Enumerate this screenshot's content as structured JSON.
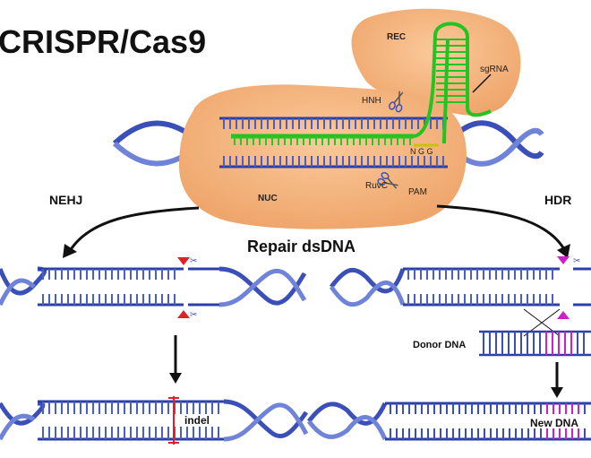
{
  "title": "CRISPR/Cas9",
  "labels": {
    "rec": "REC",
    "nuc": "NUC",
    "hnh": "HNH",
    "sgrna": "sgRNA",
    "ngg": "N G G",
    "ruvc": "RuvC",
    "pam": "PAM",
    "nehj": "NEHJ",
    "hdr": "HDR",
    "repair": "Repair dsDNA",
    "donor": "Donor DNA",
    "indel": "indel",
    "new_dna": "New DNA"
  },
  "colors": {
    "dna_blue": "#3a4fb8",
    "dna_light": "#8fa3e6",
    "cas9_orange": "#f4b27c",
    "sgrna_green": "#2ec42e",
    "pam_yellow": "#c8c400",
    "cut_red": "#e0202a",
    "hdr_magenta": "#cc20c8"
  }
}
